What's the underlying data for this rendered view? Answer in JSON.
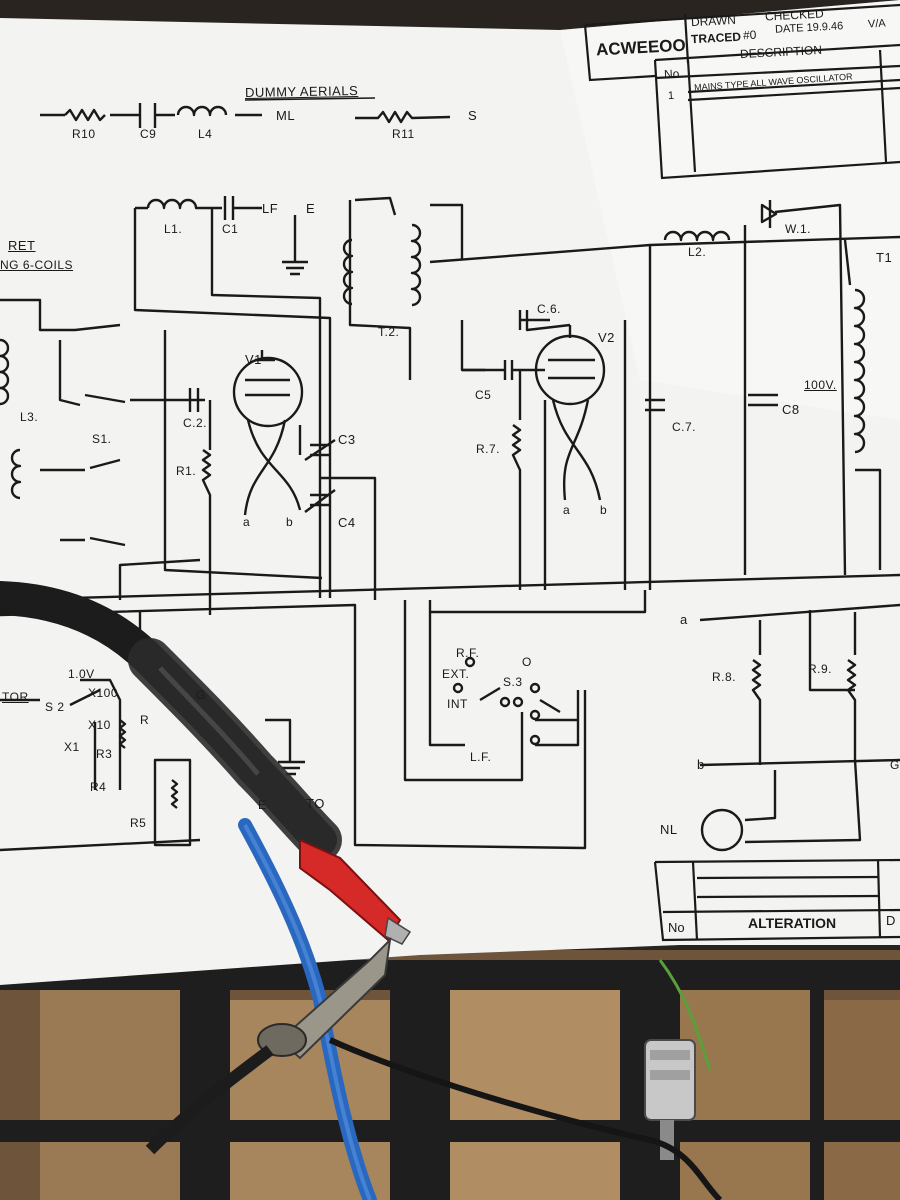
{
  "title_block": {
    "company": "ACWEEOO",
    "drawn": "DRAWN",
    "checked": "CHECKED",
    "traced": "TRACED",
    "traced_initials": "#0",
    "date": "DATE 19.9.46",
    "date_extra": "V/A",
    "no_header": "No",
    "description_header": "DESCRIPTION",
    "row_number": "1",
    "description": "MAINS TYPE ALL WAVE OSCILLATOR"
  },
  "alteration_block": {
    "no_header": "No",
    "alteration_header": "ALTERATION",
    "d_header": "D"
  },
  "dummy_aerials": {
    "heading": "DUMMY AERIALS",
    "r10": "R10",
    "c9": "C9",
    "l4": "L4",
    "ml": "ML",
    "r11": "R11",
    "s": "S"
  },
  "schematic": {
    "l1": "L1.",
    "c1": "C1",
    "lf": "LF",
    "e": "E",
    "ret": "RET",
    "ng6coils": "NG 6-COILS",
    "t2": "T.2.",
    "v1": "V1",
    "v2": "V2",
    "c2": "C.2.",
    "c3": "C3",
    "c4": "C4",
    "c5": "C5",
    "c6": "C.6.",
    "c7": "C.7.",
    "c8": "C8",
    "r1": "R1.",
    "r7": "R.7.",
    "l2": "L2.",
    "l3": "L3.",
    "w1": "W.1.",
    "t1": "T1",
    "v100": "100V.",
    "s1": "S1.",
    "a1": "a",
    "b1": "b",
    "a2": "a",
    "b2": "b",
    "rf": "R.F.",
    "ext": "EXT.",
    "int": "INT",
    "lf2": "L.F.",
    "s3": "S.3",
    "o": "O",
    "a_out": "a",
    "b_out": "b",
    "r8": "R.8.",
    "r9": "R.9.",
    "nl": "NL",
    "to": "TO",
    "tor": "TOR",
    "s2": "S 2",
    "v1_0": "1.0V",
    "x100": "X100",
    "x10": "X10",
    "x1": "X1",
    "r3": "R3",
    "r4": "R4",
    "r5": "R5",
    "r_frag": "R",
    "g_frag": "G",
    "e_frag": "E",
    "g_right": "G"
  },
  "colors": {
    "paper": "#f3f3f1",
    "ink": "#1a1a1a",
    "cable_black": "#1c1c1c",
    "wire_blue": "#2a68c0",
    "clip_red": "#d62a28",
    "wood": "#8b6a48",
    "crate": "#1e1e1e",
    "green_wire": "#5aa03a"
  }
}
